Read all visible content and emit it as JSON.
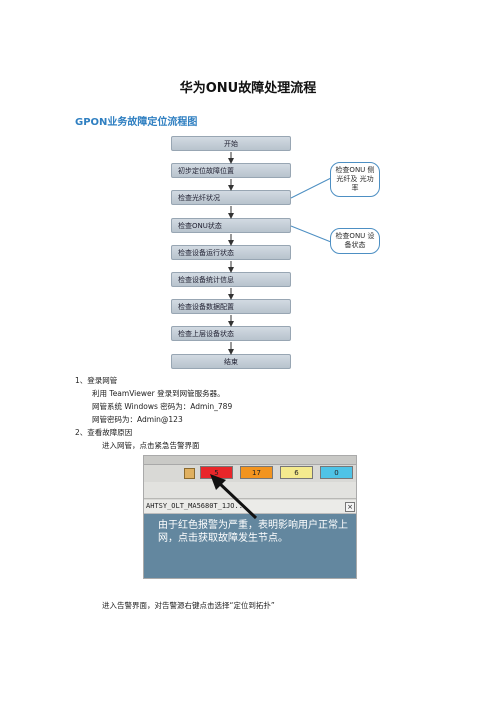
{
  "title": "华为ONU故障处理流程",
  "flowchart": {
    "title": "GPON业务故障定位流程图",
    "steps": [
      "开始",
      "初步定位故障位置",
      "检查光纤状况",
      "检查ONU状态",
      "检查设备运行状态",
      "检查设备统计信息",
      "检查设备数据配置",
      "检查上层设备状态",
      "结束"
    ],
    "callout1": "检查ONU 侧光纤及 光功率",
    "callout2": "检查ONU 设备状态"
  },
  "section1": {
    "heading": "1、登录网管",
    "line1": "利用 TeamViewer 登录到网管服务器。",
    "line2": "网管系统 Windows 密码为：Admin_789",
    "line3": "网管密码为：Admin@123"
  },
  "section2": {
    "heading": "2、查看故障原因",
    "line1": "进入网管，点击紧急告警界面"
  },
  "screenshot": {
    "alarm_counts": [
      "5",
      "17",
      "6",
      "0"
    ],
    "alarm_colors": [
      "#e8262a",
      "#f2941f",
      "#f4ea8e",
      "#4fc3e6"
    ],
    "device_name": "AHTSY_OLT_MA5680T_1JO...",
    "annotation": "由于红色报警为严重，表明影响用户正常上网，点击获取故障发生节点。"
  },
  "footer_text": "进入告警界面，对告警源右键点击选择“定位到拓扑”"
}
